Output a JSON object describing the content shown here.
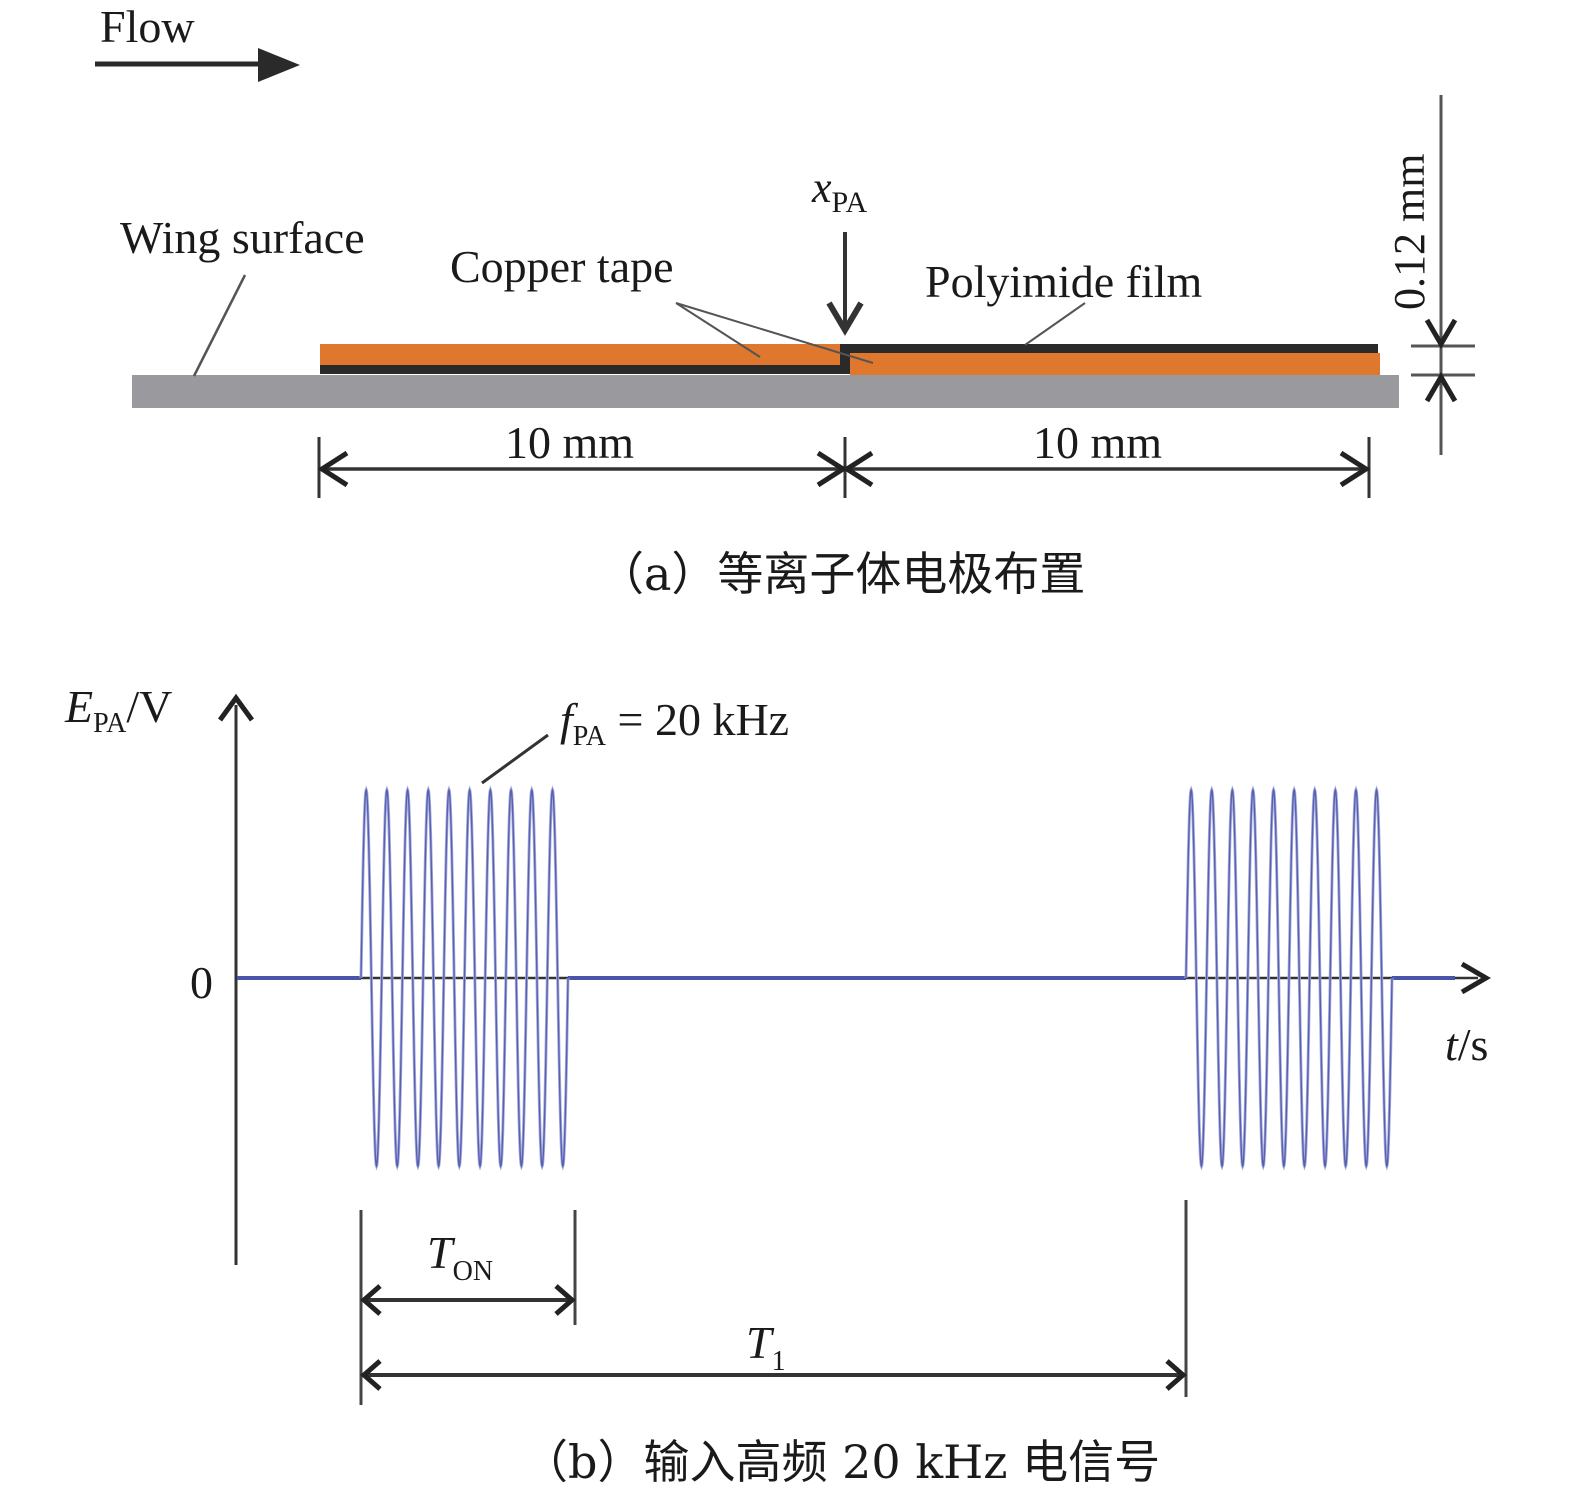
{
  "colors": {
    "wing": "#9a9a9e",
    "copper": "#e0772e",
    "dielectric": "#2a2a2a",
    "signal": "#4a54a8",
    "signal_light": "#a9aede",
    "ink": "#1a1a1a"
  },
  "panel_a": {
    "flow_label": "Flow",
    "wing_label": "Wing surface",
    "copper_label": "Copper tape",
    "polyimide_label": "Polyimide film",
    "xpa_label": {
      "base": "x",
      "sub": "PA"
    },
    "thickness_label": "0.12 mm",
    "left_dim_label": "10 mm",
    "right_dim_label": "10 mm",
    "caption": "（a）等离子体电极布置",
    "electrode_length_mm": 10,
    "thickness_mm": 0.12
  },
  "panel_b": {
    "y_axis_label": {
      "base": "E",
      "sub": "PA",
      "unit": "/V"
    },
    "x_axis_label": {
      "base": "t",
      "unit": "/s"
    },
    "zero_label": "0",
    "freq_label": {
      "base": "f",
      "sub": "PA",
      "rest": " = 20 kHz"
    },
    "ton_label": {
      "base": "T",
      "sub": "ON"
    },
    "t1_label": {
      "base": "T",
      "sub": "1"
    },
    "caption": "（b）输入高频 20 kHz 电信号"
  },
  "chart_data": {
    "type": "line",
    "title": "",
    "xlabel": "t/s",
    "ylabel": "E_PA/V",
    "description": "Burst-modulated sinusoidal AC voltage: bursts of ~10 cycles at f_PA = 20 kHz, ON duration T_ON, repeated with period T_1",
    "carrier_frequency_khz": 20,
    "cycles_per_burst": 10,
    "bursts_shown": 2,
    "duty_cycle_approx": 0.26,
    "y_ticks": [
      "0"
    ],
    "annotations": [
      "f_PA = 20 kHz",
      "T_ON",
      "T_1"
    ],
    "grid": false
  }
}
